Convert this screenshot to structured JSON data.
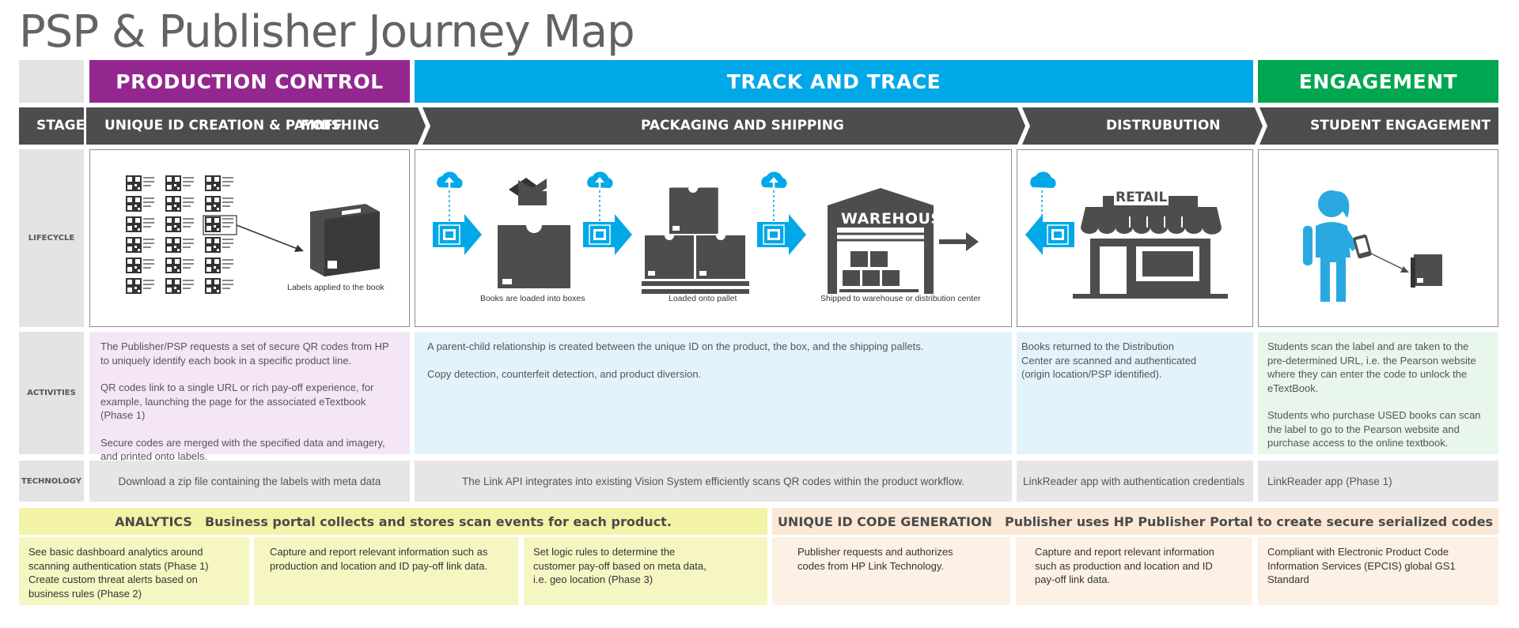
{
  "title": "PSP & Publisher Journey Map",
  "phases": {
    "production": "PRODUCTION CONTROL",
    "track": "TRACK AND TRACE",
    "engagement": "ENGAGEMENT"
  },
  "stages": {
    "label": "STAGE",
    "unique_id": "UNIQUE ID CREATION & PAYOFF",
    "finishing": "FINISHING",
    "packaging": "PACKAGING AND SHIPPING",
    "distribution": "DISTRUBUTION",
    "student": "STUDENT ENGAGEMENT"
  },
  "row_labels": {
    "lifecycle": "LIFECYCLE",
    "activities": "ACTIVITIES",
    "technology": "TECHNOLOGY"
  },
  "lifecycle": {
    "labels_caption": "Labels applied to the book",
    "boxes_caption": "Books are loaded into boxes",
    "pallet_caption": "Loaded onto pallet",
    "warehouse_caption": "Shipped to warehouse or distribution center",
    "warehouse_sign": "WAREHOUSE",
    "retail_sign": "RETAIL"
  },
  "activities": {
    "production": [
      "The Publisher/PSP requests a set of secure QR codes from HP to uniquely identify each book in a specific product line.",
      "QR codes link to a single URL or rich pay-off experience, for example, launching the page for the associated eTextbook (Phase 1)",
      "Secure codes are merged with the specified data and imagery, and printed onto labels."
    ],
    "track": [
      "A parent-child relationship is created between the unique ID on the product, the box, and the shipping pallets.",
      "Copy detection, counterfeit detection, and product diversion."
    ],
    "distribution": "Books returned to the Distribution Center are scanned and authenticated (origin location/PSP identified).",
    "engagement": [
      "Students scan the label and are taken to the pre-determined URL, i.e. the Pearson website where they can enter the code to unlock the eTextBook.",
      "Students who purchase USED books can scan the label to go to the Pearson website and purchase access to the online textbook."
    ]
  },
  "technology": {
    "production": "Download a zip file containing the labels with meta data",
    "track": "The Link API integrates into existing Vision System efficiently scans QR codes within the product workflow.",
    "distribution": "LinkReader app with authentication credentials",
    "engagement": "LinkReader app (Phase 1)"
  },
  "analytics": {
    "heading": "ANALYTICS",
    "subheading": "Business portal collects and stores scan events for each product.",
    "cells": [
      "See basic dashboard analytics around scanning authentication stats (Phase 1) Create custom threat alerts based on business rules (Phase 2)",
      "Capture and report relevant information such as production and location and ID pay-off link data.",
      "Set logic rules  to determine the customer pay-off based on meta data,  i.e. geo location (Phase 3)"
    ]
  },
  "uid_generation": {
    "heading": "UNIQUE ID CODE GENERATION",
    "subheading": "Publisher uses HP Publisher Portal to create secure serialized codes",
    "cells": [
      "Publisher requests and authorizes codes from HP Link Technology.",
      "Capture and report relevant information such as production and location and ID pay-off link data.",
      "Compliant with Electronic Product Code Information Services (EPCIS) global GS1 Standard"
    ]
  },
  "colors": {
    "production": "#93278f",
    "track": "#00a8e8",
    "engagement": "#00a650",
    "stagebar": "#4d4d4d",
    "activities_production": "#f4e6f4",
    "activities_track": "#e3f3fb",
    "activities_engagement": "#e8f6ec",
    "analytics": "#f2f3a6",
    "analytics_cell": "#f5f6c2",
    "uid": "#fbe8d6",
    "uid_cell": "#fdf1e5"
  }
}
